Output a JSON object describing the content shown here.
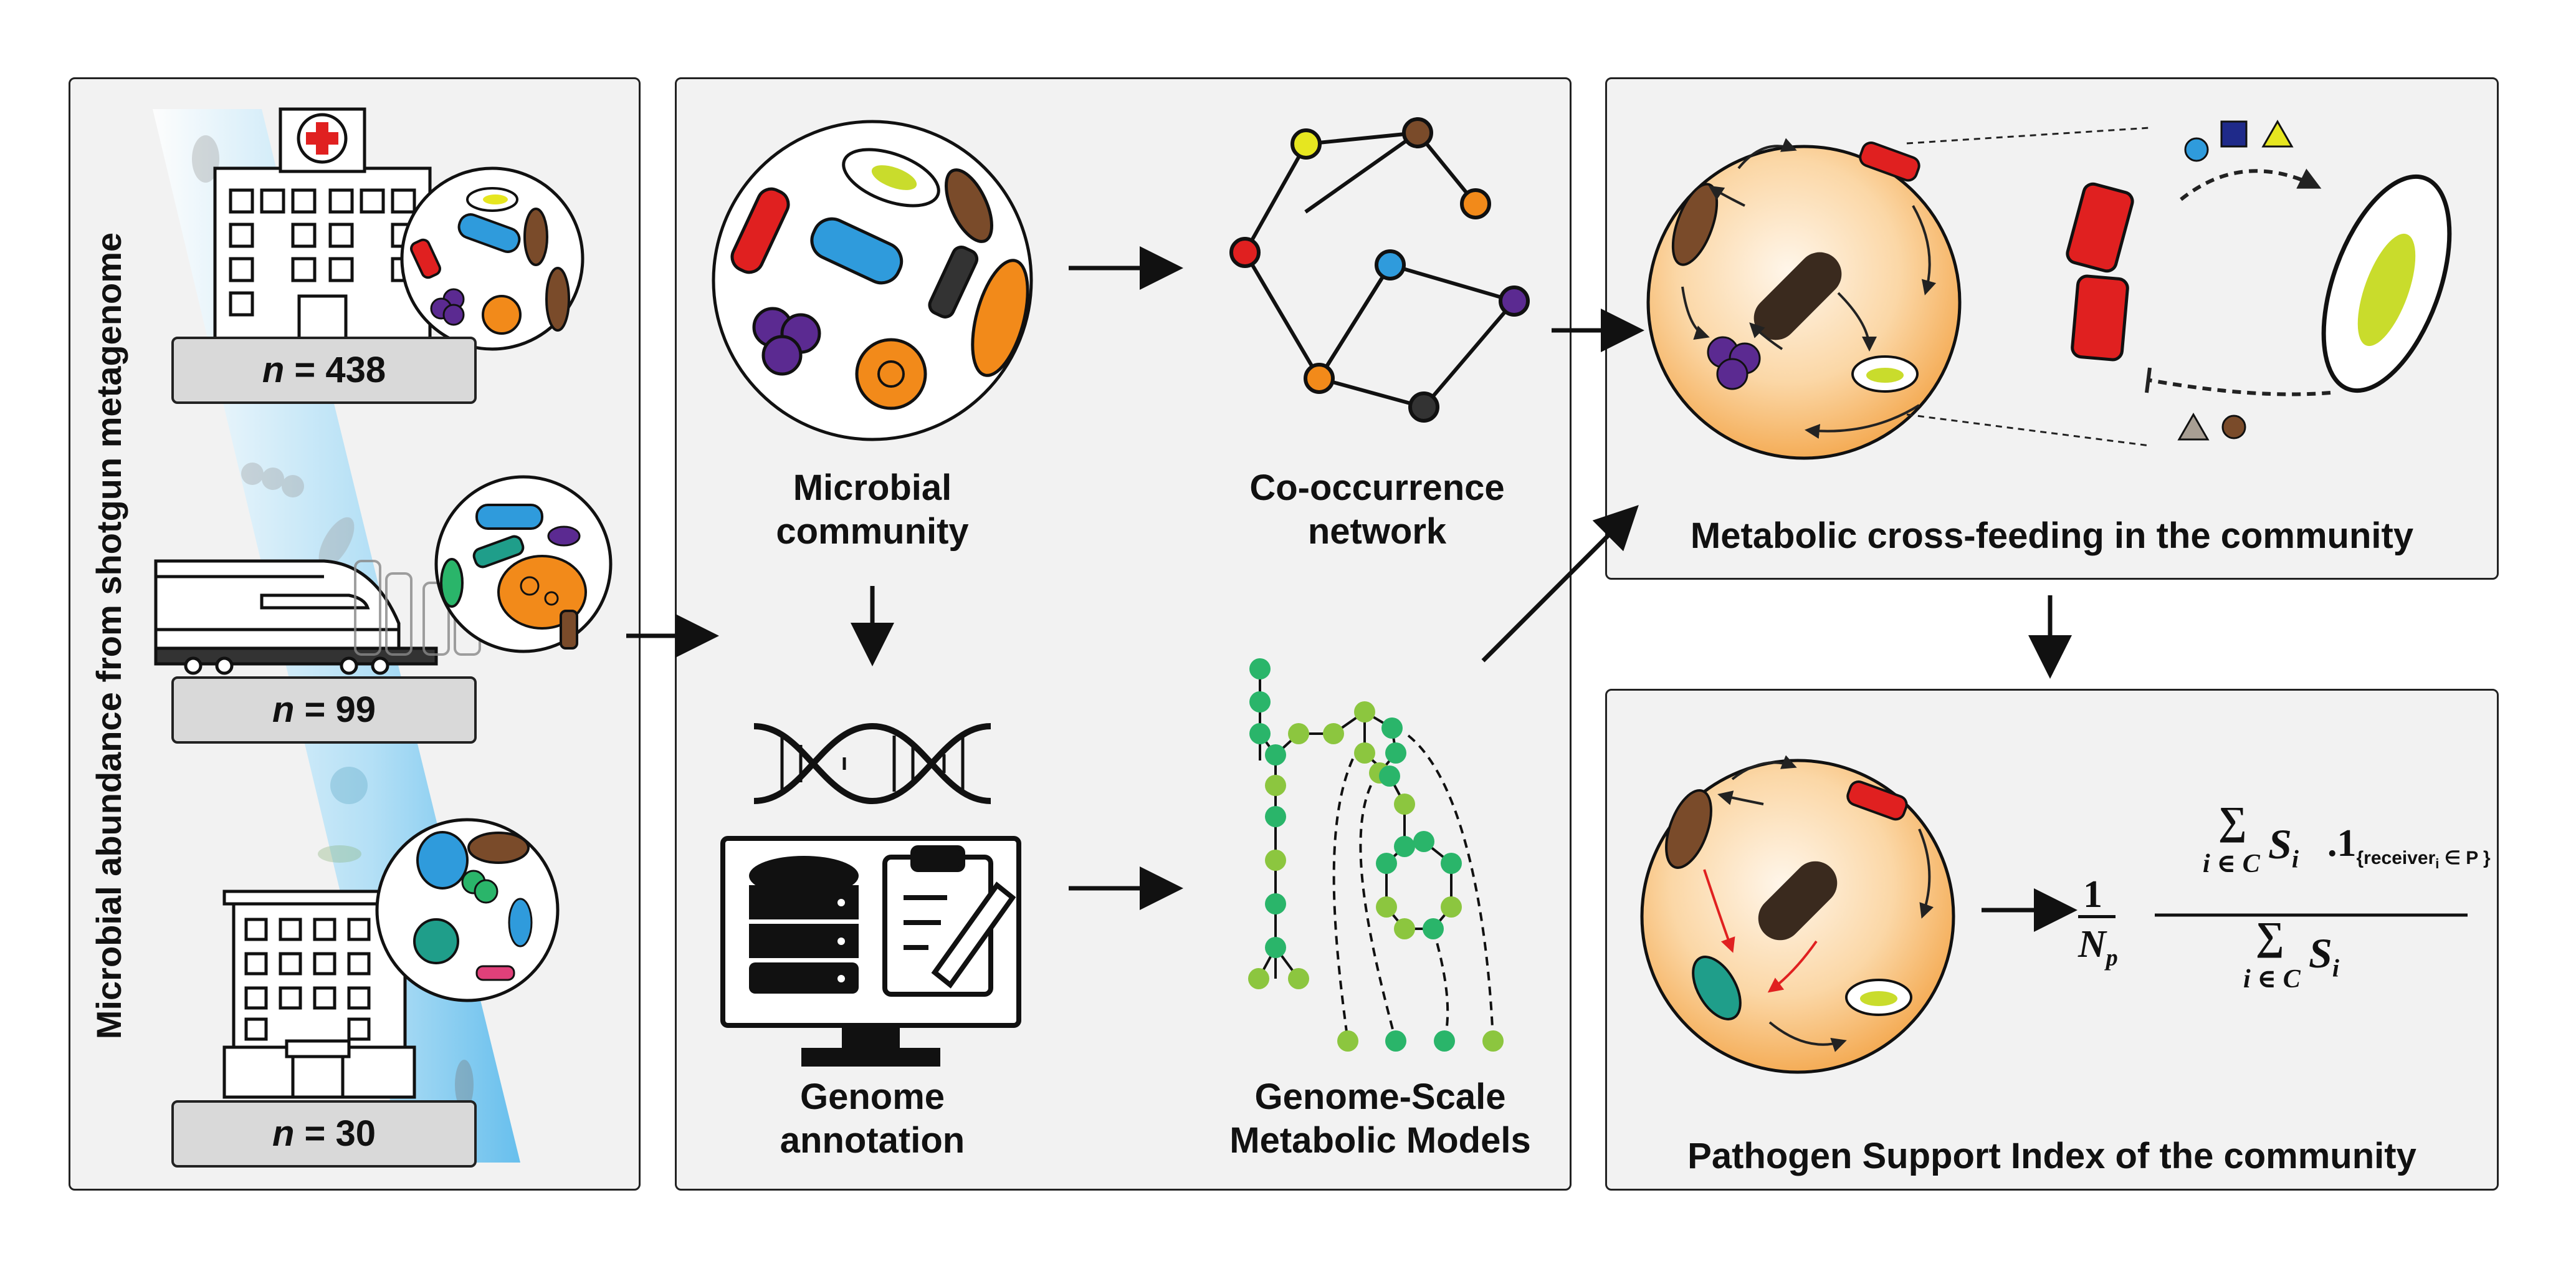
{
  "panels": {
    "left": {
      "side_title": "Microbial abundance from shotgun metagenome",
      "counts": [
        {
          "prefix": "n",
          "text": " = 438"
        },
        {
          "prefix": "n",
          "text": " = 99"
        },
        {
          "prefix": "n",
          "text": " = 30"
        }
      ]
    },
    "middle": {
      "microbial_community": [
        "Microbial",
        "community"
      ],
      "cooccurrence": [
        "Co-occurrence",
        "network"
      ],
      "genome_annotation": [
        "Genome",
        "annotation"
      ],
      "gsmm": [
        "Genome-Scale",
        "Metabolic Models"
      ]
    },
    "top_right": {
      "title": "Metabolic cross-feeding in the community"
    },
    "bottom_right": {
      "title": "Pathogen Support Index of the community",
      "formula": {
        "one": "1",
        "np": "N",
        "np_sub": "p",
        "sum": "∑",
        "i_in_c": "i ∈ C",
        "s": "S",
        "s_sub": "i",
        "indicator": "1",
        "indicator_sub": "{receiver",
        "indicator_sub2": "i",
        "indicator_sub3": " ∈ P }"
      }
    }
  },
  "colors": {
    "panel_bg": "#f2f2f2",
    "red": "#e02020",
    "brown": "#7a4b2a",
    "yellow": "#e6e620",
    "lime": "#c9dc2c",
    "blue": "#2f9bdc",
    "purple": "#5b2a91",
    "orange": "#f28a1a",
    "teal": "#1f9e8a",
    "green_node": "#2ab56a",
    "light_green_node": "#8cc63f",
    "dark": "#333333",
    "sky": "#8fd3f4"
  },
  "icons": [
    "hospital-icon",
    "train-icon",
    "building-icon",
    "dna-icon",
    "database-icon",
    "clipboard-icon",
    "monitor-icon"
  ]
}
